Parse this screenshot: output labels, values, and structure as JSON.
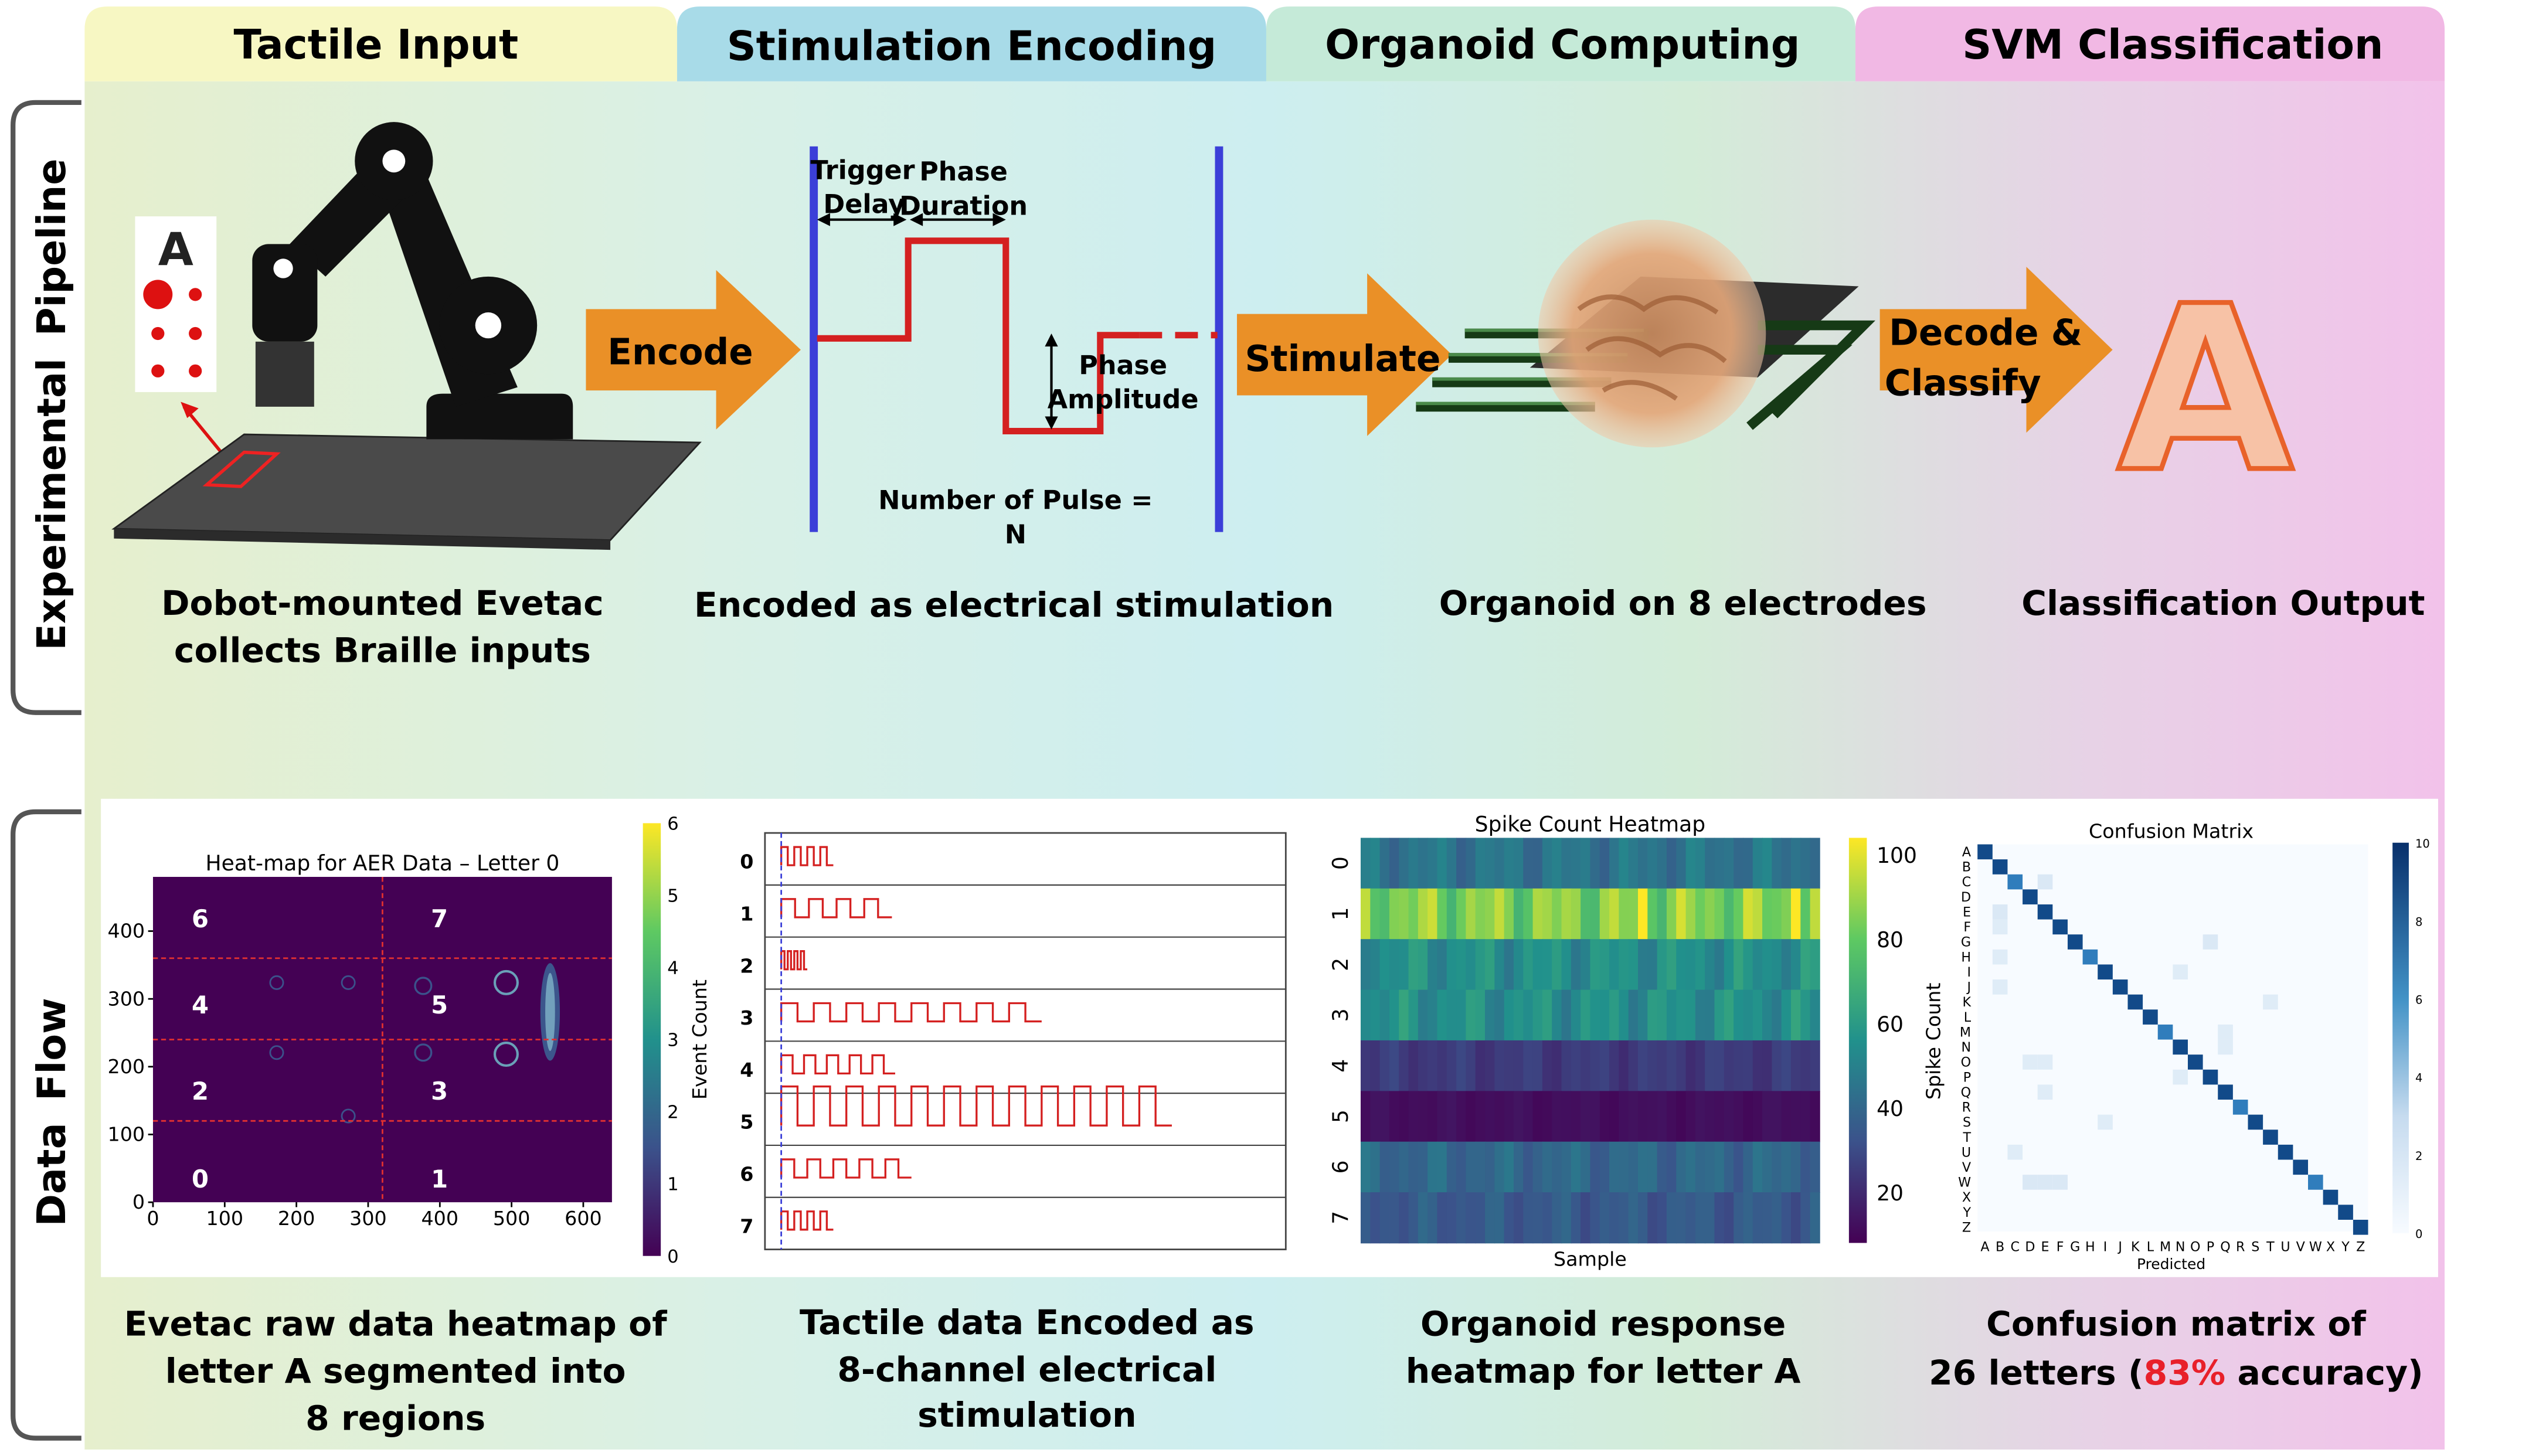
{
  "headers": [
    "Tactile Input",
    "Stimulation Encoding",
    "Organoid Computing",
    "SVM Classification"
  ],
  "row_labels": {
    "pipeline": [
      "Experimental",
      "Pipeline"
    ],
    "dataflow": [
      "Data",
      "Flow"
    ]
  },
  "arrows": {
    "encode": "Encode",
    "stimulate": "Stimulate",
    "decode_line1": "Decode &",
    "decode_line2": "Classify"
  },
  "braille_letter": "A",
  "output_letter": "A",
  "waveform": {
    "trigger_delay_1": "Trigger",
    "trigger_delay_2": "Delay",
    "phase_duration_1": "Phase",
    "phase_duration_2": "Duration",
    "phase_amplitude_1": "Phase",
    "phase_amplitude_2": "Amplitude",
    "pulses_1": "Number of Pulse =",
    "pulses_2": "N"
  },
  "captions_top": {
    "tactile": [
      "Dobot-mounted Evetac",
      "collects Braille inputs"
    ],
    "encoding": "Encoded as electrical stimulation",
    "organoid": "Organoid on 8 electrodes",
    "svm": "Classification Output"
  },
  "captions_bottom": {
    "tactile": [
      "Evetac raw data heatmap of",
      "letter A segmented into",
      "8 regions"
    ],
    "encoding": [
      "Tactile data Encoded as",
      "8-channel electrical",
      "stimulation"
    ],
    "organoid": [
      "Organoid response",
      "heatmap for letter A"
    ],
    "svm_line1": "Confusion matrix of",
    "svm_pre": "26 letters (",
    "svm_accuracy": "83%",
    "svm_post": " accuracy)"
  },
  "colors": {
    "header_tactile": "#f7f7c3",
    "header_encoding": "#a8dbe8",
    "header_organoid": "#c5ead8",
    "header_svm": "#f1b8e4",
    "arrow": "#ea9027",
    "accuracy": "#e8202a",
    "pulse_line": "#d42020",
    "trigger_bar": "#3b3fd8"
  },
  "chart_data": [
    {
      "type": "heatmap",
      "title": "Heat-map for AER Data – Letter 0",
      "xlim": [
        0,
        640
      ],
      "ylim": [
        0,
        480
      ],
      "xticks": [
        0,
        100,
        200,
        300,
        400,
        500,
        600
      ],
      "yticks": [
        0,
        100,
        200,
        300,
        400
      ],
      "colorbar_label": "Event Count",
      "colorbar_ticks": [
        0,
        1,
        2,
        3,
        4,
        5,
        6
      ],
      "region_labels": [
        "0",
        "1",
        "2",
        "3",
        "4",
        "5",
        "6",
        "7"
      ]
    },
    {
      "type": "line",
      "channels": [
        "0",
        "1",
        "2",
        "3",
        "4",
        "5",
        "6",
        "7"
      ],
      "pulses_per_channel": [
        4,
        4,
        4,
        8,
        5,
        12,
        5,
        4
      ]
    },
    {
      "type": "heatmap",
      "title": "Spike Count Heatmap",
      "xlabel": "Sample",
      "ylabel": "Spike Count",
      "rows": [
        "0",
        "1",
        "2",
        "3",
        "4",
        "5",
        "6",
        "7"
      ],
      "row_levels": [
        45,
        85,
        55,
        55,
        25,
        12,
        40,
        35
      ],
      "colorbar_ticks": [
        20,
        40,
        60,
        80,
        100
      ]
    },
    {
      "type": "heatmap",
      "title": "Confusion Matrix",
      "xlabel": "Predicted",
      "letters": [
        "A",
        "B",
        "C",
        "D",
        "E",
        "F",
        "G",
        "H",
        "I",
        "J",
        "K",
        "L",
        "M",
        "N",
        "O",
        "P",
        "Q",
        "R",
        "S",
        "T",
        "U",
        "V",
        "W",
        "X",
        "Y",
        "Z"
      ],
      "colorbar_ticks": [
        0,
        2,
        4,
        6,
        8,
        10
      ],
      "accuracy": "83%"
    }
  ]
}
